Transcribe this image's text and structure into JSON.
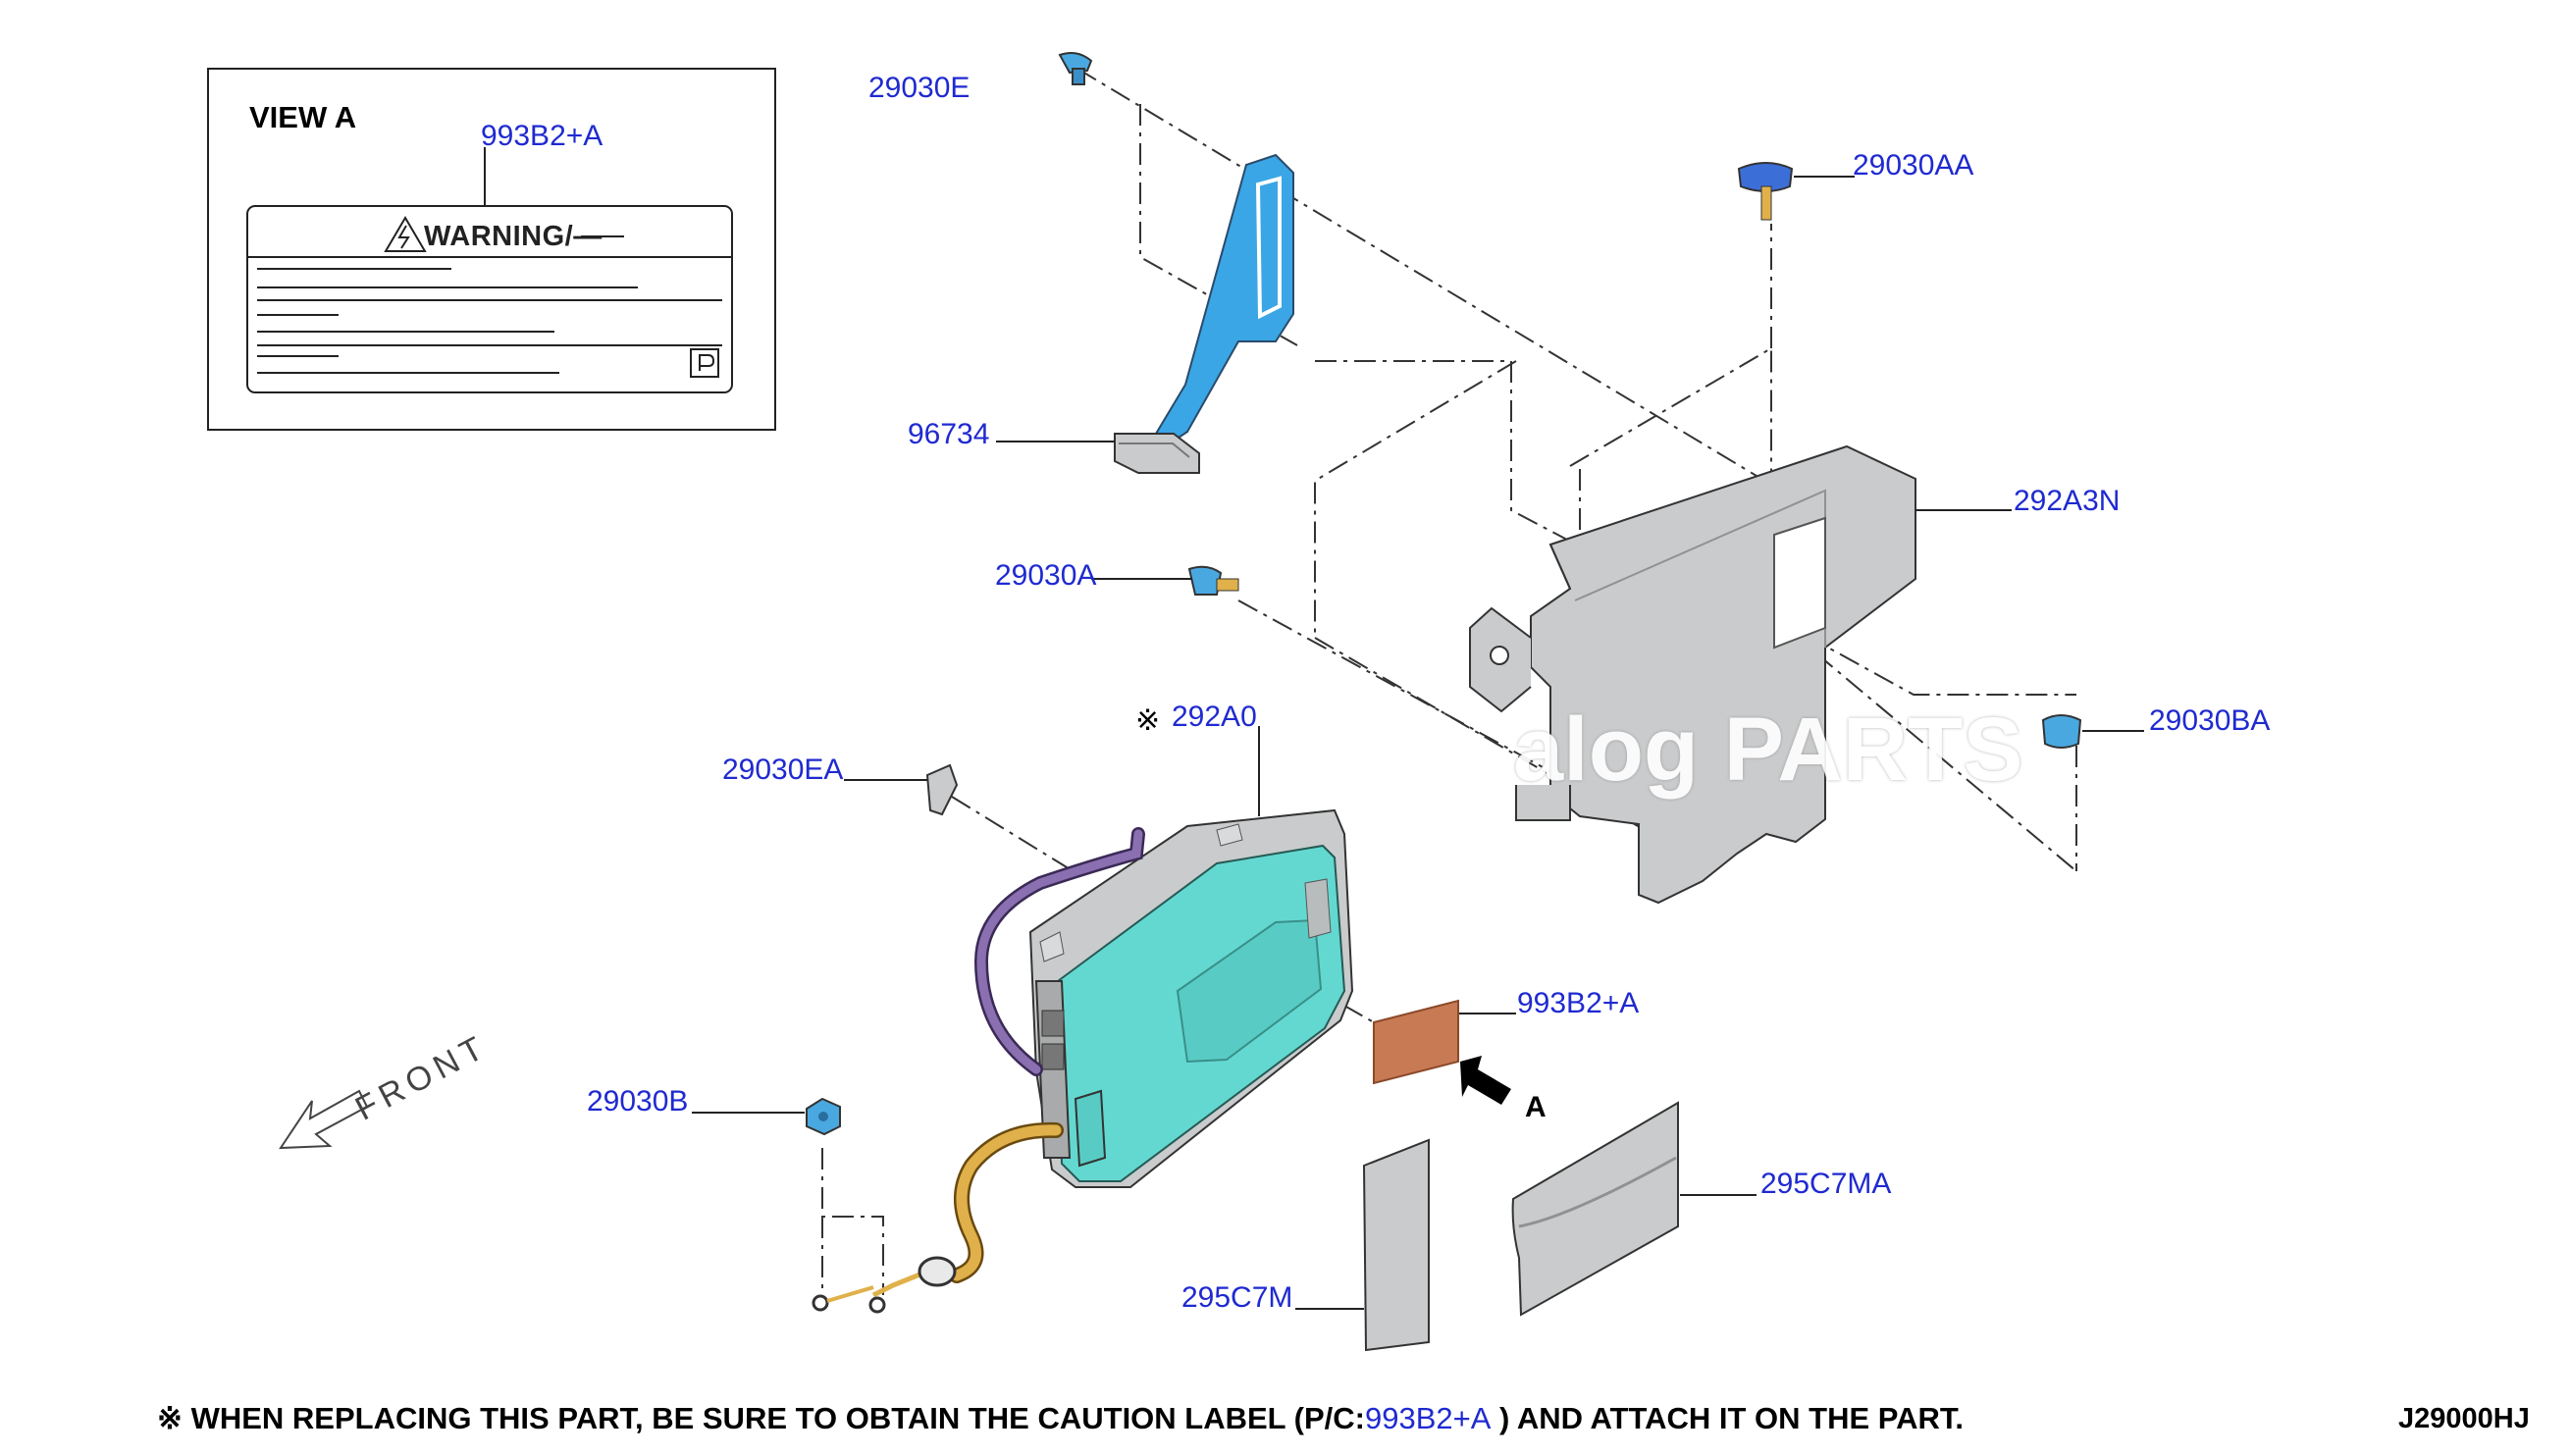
{
  "view_a": {
    "title": "VIEW A",
    "label_part": "993B2+A",
    "warning_text": "WARNING/—"
  },
  "parts": {
    "p29030E": "29030E",
    "p29030AA": "29030AA",
    "p96734": "96734",
    "p292A3N": "292A3N",
    "p29030A": "29030A",
    "p292A0": "292A0",
    "p29030EA": "29030EA",
    "p29030BA": "29030BA",
    "p993B2A": "993B2+A",
    "p29030B": "29030B",
    "p295C7MA": "295C7MA",
    "p295C7M": "295C7M"
  },
  "marks": {
    "asterisk": "※",
    "view_arrow": "A",
    "front": "FRONT"
  },
  "watermark": "alog PARTS",
  "footnote": {
    "mark": "※",
    "before": " WHEN REPLACING THIS PART, BE SURE TO OBTAIN THE CAUTION LABEL (P/C:",
    "part": "993B2+A",
    "after": " ) AND ATTACH IT ON THE PART."
  },
  "diagram_code": "J29000HJ",
  "colors": {
    "part_label": "#1f2ad0",
    "inverter_body": "#63d8d0",
    "bracket_blue": "#3aa6e6",
    "bracket_gray": "#c9cbcc",
    "caution_label": "#c87a55",
    "cable_purple": "#8a6fb1",
    "cable_orange": "#e0b04a"
  }
}
